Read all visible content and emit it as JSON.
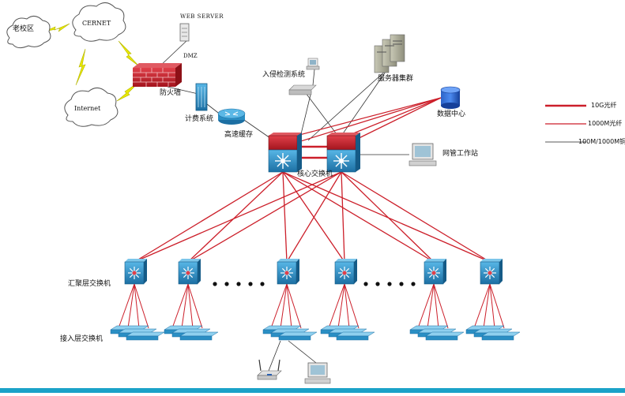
{
  "diagram": {
    "title": "Campus network topology",
    "external": {
      "old_campus": "老校区",
      "cernet": "CERNET",
      "internet": "Internet",
      "web_server": "WEB SERVER",
      "dmz": "DMZ",
      "firewall": "防火墙"
    },
    "core": {
      "billing": "计费系统",
      "cache": "高速缓存",
      "ids": "入侵检测系统",
      "server_cluster": "服务器集群",
      "data_center": "数据中心",
      "nms": "网管工作站",
      "core_switch": "核心交换机"
    },
    "layers": {
      "aggregation": "汇聚层交换机",
      "access": "接入层交换机",
      "ellipsis": "• • • •"
    },
    "legend": [
      {
        "label": "10G光纤",
        "color": "#cc1f2a",
        "weight": "thick"
      },
      {
        "label": "1000M光纤",
        "color": "#cc1f2a",
        "weight": "thin"
      },
      {
        "label": "100M/1000M铜",
        "color": "#222222",
        "weight": "hair"
      }
    ],
    "colors": {
      "fiber": "#cc1f2a",
      "copper": "#333333",
      "switch_blue": "#2a8fc4",
      "firewall_red": "#c0202a",
      "wireless_yellow": "#e6e600",
      "frame": "#1aa2c8"
    }
  }
}
